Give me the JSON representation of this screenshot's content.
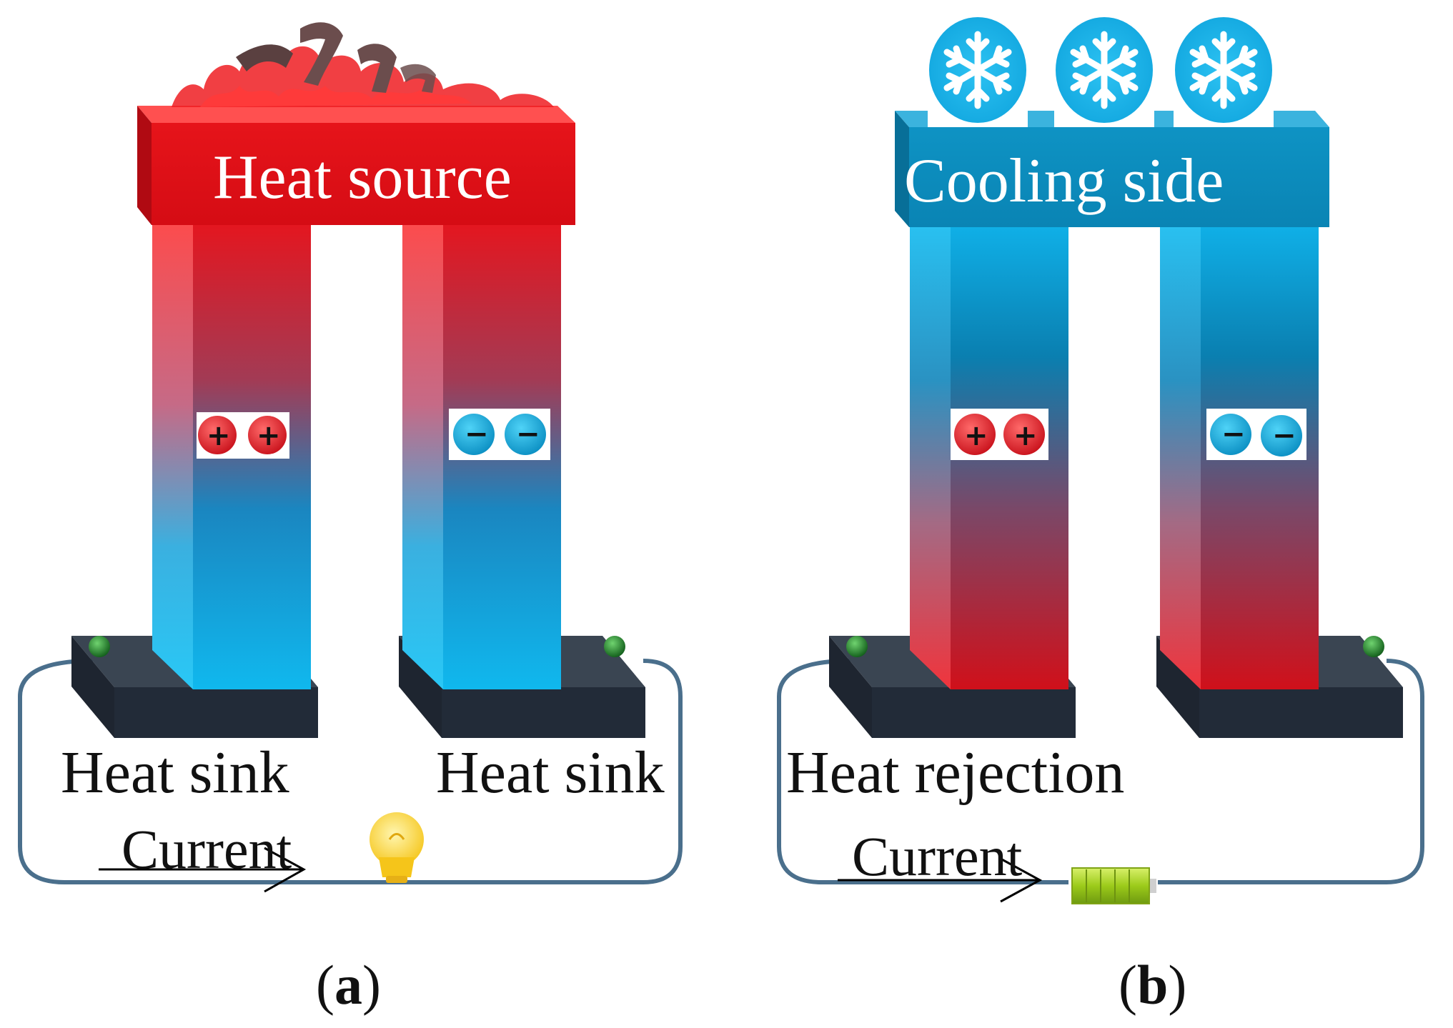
{
  "panel_a": {
    "top_label": "Heat source",
    "left_leg_sign": "+",
    "right_leg_sign": "−",
    "left_sink_label": "Heat sink",
    "right_sink_label": "Heat sink",
    "current_label": "Current",
    "load_icon": "light-bulb-icon",
    "caption_open": "(",
    "caption_letter": "a",
    "caption_close": ")"
  },
  "panel_b": {
    "top_label": "Cooling side",
    "left_leg_sign": "+",
    "right_leg_sign": "−",
    "left_base_label": "Heat rejection",
    "current_label": "Current",
    "source_icon": "battery-icon",
    "caption_open": "(",
    "caption_letter": "b",
    "caption_close": ")"
  },
  "colors": {
    "hot": "#e8141c",
    "cold": "#0fb6ea",
    "cooling_bar": "#0b90c0",
    "base": "#2b3440",
    "wire": "#4a6f8c",
    "terminal": "#1f7a28"
  }
}
